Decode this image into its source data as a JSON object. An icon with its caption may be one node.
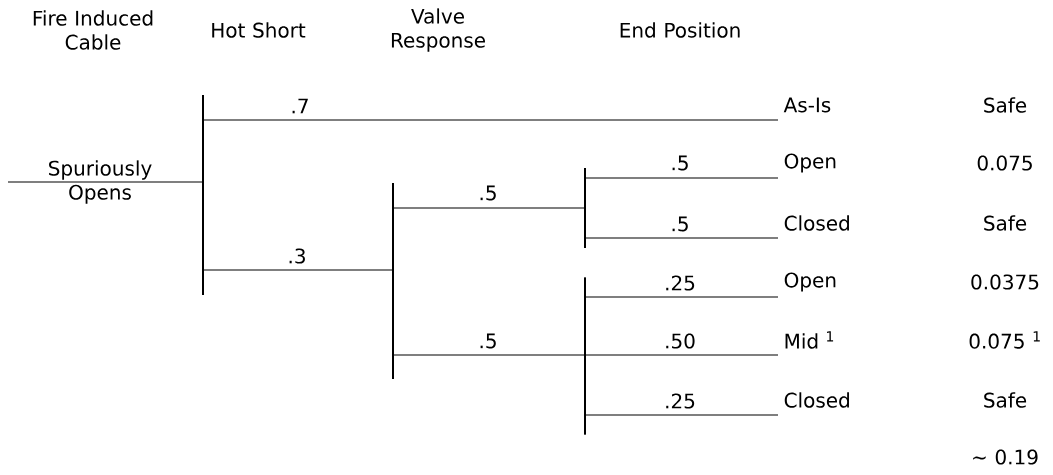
{
  "diagram": {
    "nodes": [
      {
        "text": [
          "Spuriously Opens"
        ]
      },
      {
        "text": [],
        "shape": "bar"
      },
      {
        "text": [
          "As-Is"
        ]
      },
      {
        "text": [],
        "shape": "bar"
      },
      {
        "text": [],
        "shape": "bar"
      },
      {
        "text": [
          "Open"
        ]
      },
      {
        "text": [
          "Closed"
        ]
      },
      {
        "text": [],
        "shape": "bar"
      },
      {
        "text": [
          "Open"
        ]
      },
      {
        "text": [
          "Mid $^{1}$"
        ]
      },
      {
        "text": [
          "Closed"
        ]
      }
    ],
    "edges": [
      {
        "from": 0,
        "to": 1,
        "arrow": "none"
      },
      {
        "from": 1,
        "to": 2,
        "arrow": "none",
        "label": ".7"
      },
      {
        "from": 1,
        "to": 3,
        "arrow": "none",
        "label": ".3"
      },
      {
        "from": 3,
        "to": 4,
        "arrow": "none",
        "label": ".5"
      },
      {
        "from": 3,
        "to": 7,
        "arrow": "none",
        "label": ".5"
      },
      {
        "from": 4,
        "to": 5,
        "arrow": "none",
        "label": ".5"
      },
      {
        "from": 4,
        "to": 6,
        "arrow": "none",
        "label": ".5"
      },
      {
        "from": 7,
        "to": 8,
        "arrow": "none",
        "label": ".25"
      },
      {
        "from": 7,
        "to": 9,
        "arrow": "none",
        "label": ".50"
      },
      {
        "from": 7,
        "to": 10,
        "arrow": "none",
        "label": ".25"
      }
    ],
    "labels": [
      "Fire Induced Cable",
      "Hot Short",
      "Valve Response",
      "End Position",
      "Safe",
      "0.075",
      "Safe",
      "0.0375",
      "0.075 $^{1}$",
      "Safe",
      "~ 0.19"
    ]
  }
}
